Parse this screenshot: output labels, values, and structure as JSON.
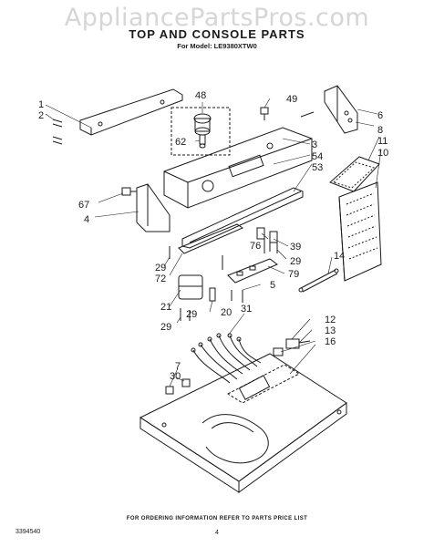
{
  "watermark": "AppliancePartsPros.com",
  "title": "TOP AND CONSOLE PARTS",
  "subtitle": "For Model: LE9380XTW0",
  "labels": {
    "n1": "1",
    "n2": "2",
    "n48": "48",
    "n49": "49",
    "n62": "62",
    "n6": "6",
    "n8": "8",
    "n11": "11",
    "n10": "10",
    "n3": "3",
    "n54": "54",
    "n53": "53",
    "n67": "67",
    "n4": "4",
    "n76": "76",
    "n39": "39",
    "n29a": "29",
    "n29b": "29",
    "n72": "72",
    "n79": "79",
    "n14": "14",
    "n5": "5",
    "n21": "21",
    "n20": "20",
    "n29c": "29",
    "n29d": "29",
    "n31": "31",
    "n12": "12",
    "n13": "13",
    "n16": "16",
    "n7": "7",
    "n30": "30"
  },
  "footer": {
    "note": "FOR ORDERING INFORMATION REFER TO PARTS PRICE LIST",
    "code": "3394540",
    "page": "4"
  }
}
